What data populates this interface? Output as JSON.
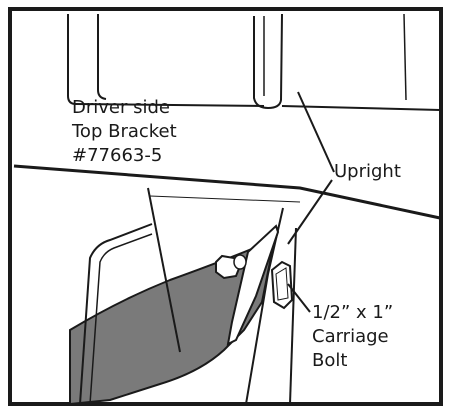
{
  "labels": {
    "bracket": {
      "line1": "Driver side",
      "line2": "Top Bracket",
      "line3": "#77663-5"
    },
    "upright": "Upright",
    "bolt": {
      "line1": "1/2” x 1”",
      "line2": "Carriage",
      "line3": "Bolt"
    }
  },
  "colors": {
    "frame": "#1a1a1a",
    "bracket_fill": "#7a7a7a",
    "line": "#1a1a1a",
    "background": "#ffffff"
  }
}
